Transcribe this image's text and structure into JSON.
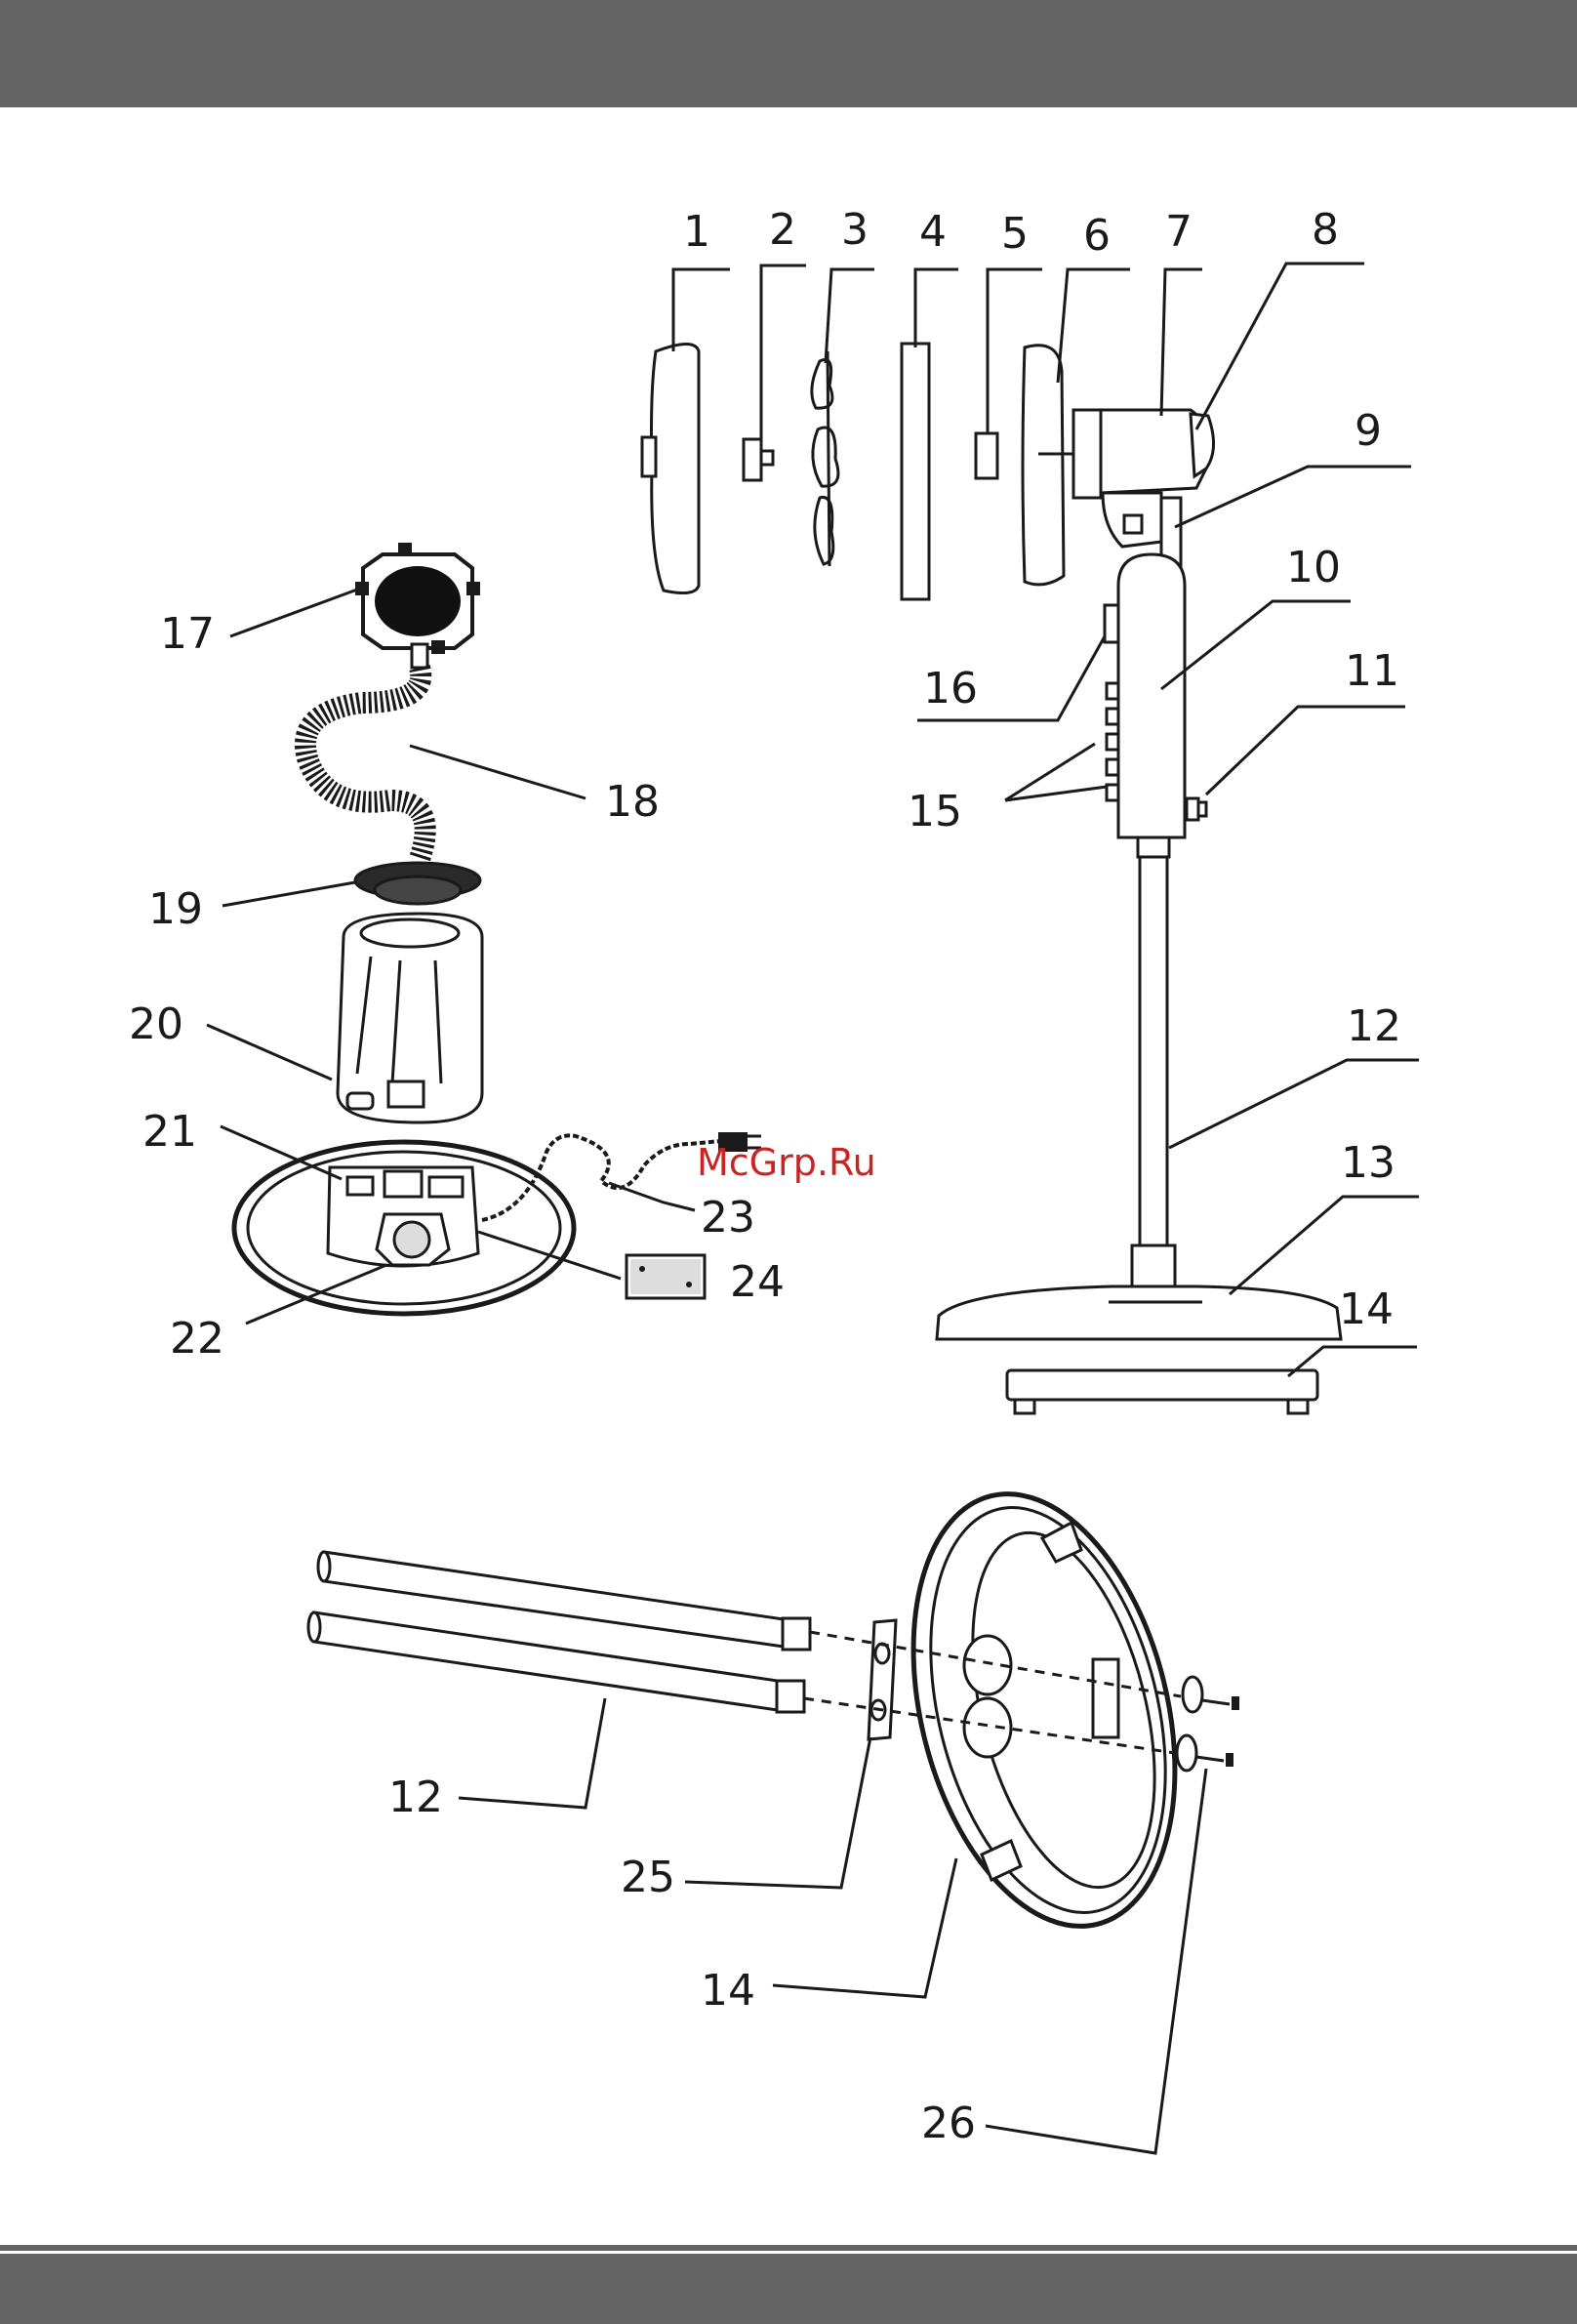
{
  "colors": {
    "band": "#646464",
    "line": "#1a1a1a",
    "watermark": "#cc2222"
  },
  "watermark": "McGrp.Ru",
  "callouts": {
    "c1": "1",
    "c2": "2",
    "c3": "3",
    "c4": "4",
    "c5": "5",
    "c6": "6",
    "c7": "7",
    "c8": "8",
    "c9": "9",
    "c10": "10",
    "c11": "11",
    "c12": "12",
    "c13": "13",
    "c14": "14",
    "c15": "15",
    "c16": "16",
    "c17": "17",
    "c18": "18",
    "c19": "19",
    "c20": "20",
    "c21": "21",
    "c22": "22",
    "c23": "23",
    "c24": "24",
    "c12b": "12",
    "c25": "25",
    "c14b": "14",
    "c26": "26"
  }
}
